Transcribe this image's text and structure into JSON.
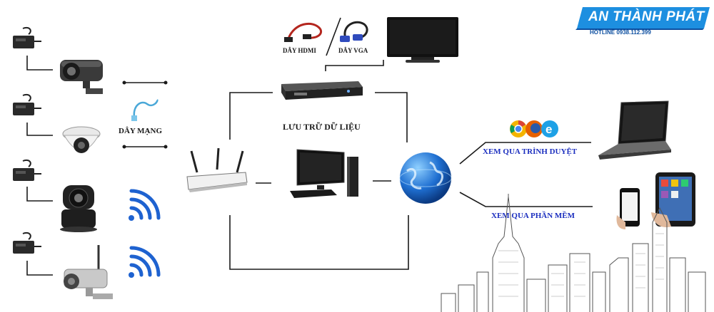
{
  "brand": {
    "name": "AN THÀNH PHÁT",
    "hotline": "HOTLINE 0938.112.399",
    "color": "#1d8fe0"
  },
  "labels": {
    "network_cable": "DÂY MẠNG",
    "hdmi_cable": "DÂY HDMI",
    "vga_cable": "DÂY VGA",
    "data_storage": "LƯU TRỮ DỮ LIỆU",
    "view_browser": "XEM QUA TRÌNH DUYỆT",
    "view_software": "XEM QUA PHẦN MỀM"
  },
  "colors": {
    "line": "#1a1a1a",
    "label_blue": "#1c2fbf",
    "wifi_blue": "#1e62d0",
    "globe": "#1f6fd1"
  },
  "icons": [
    "power-adapter-icon",
    "bullet-camera-icon",
    "dome-camera-icon",
    "ptz-camera-icon",
    "outdoor-camera-icon",
    "wifi-icon",
    "network-cable-icon",
    "router-icon",
    "hdmi-cable-icon",
    "vga-cable-icon",
    "monitor-icon",
    "dvr-recorder-icon",
    "desktop-computer-icon",
    "globe-icon",
    "browser-logos-icon",
    "laptop-icon",
    "smartphone-icon",
    "tablet-icon",
    "city-skyline-icon"
  ]
}
